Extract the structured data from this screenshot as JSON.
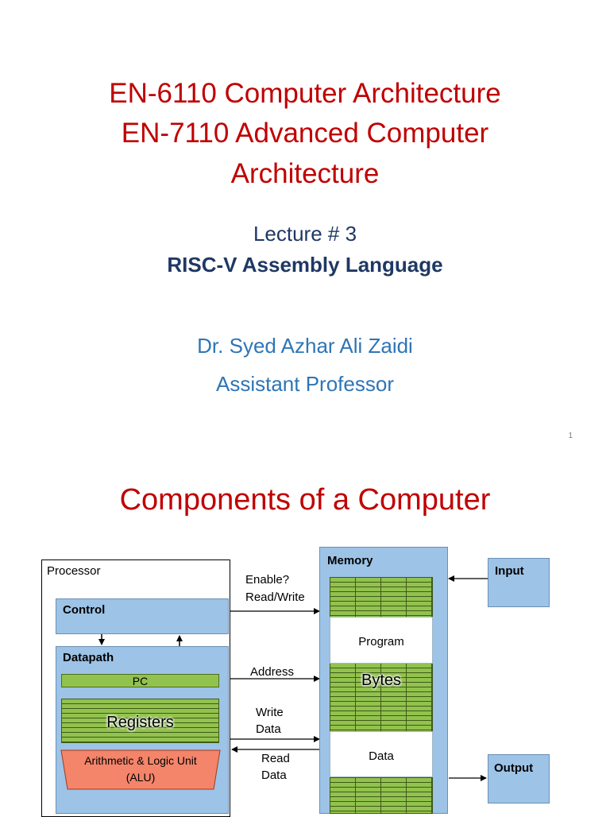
{
  "slide1": {
    "title_lines": [
      "EN-6110 Computer Architecture",
      "EN-7110 Advanced Computer",
      "Architecture"
    ],
    "lecture": "Lecture # 3",
    "topic": "RISC-V Assembly Language",
    "author": "Dr. Syed Azhar Ali Zaidi",
    "position": "Assistant Professor",
    "slide_number": "1"
  },
  "slide2": {
    "title": "Components of a Computer",
    "diagram": {
      "processor": "Processor",
      "control": "Control",
      "datapath": "Datapath",
      "pc": "PC",
      "registers": "Registers",
      "alu_line1": "Arithmetic & Logic Unit",
      "alu_line2": "(ALU)",
      "signals": {
        "enable": "Enable?",
        "read_write": "Read/Write",
        "address": "Address",
        "write1": "Write",
        "write2": "Data",
        "read1": "Read",
        "read2": "Data"
      },
      "memory": "Memory",
      "program": "Program",
      "bytes": "Bytes",
      "data": "Data",
      "input": "Input",
      "output": "Output"
    }
  },
  "colors": {
    "title_red": "#c00000",
    "navy": "#1f3864",
    "author_blue": "#2e75b6",
    "diagram_blue": "#9dc3e6",
    "diagram_green": "#92c24e",
    "alu_red": "#f4846a"
  }
}
